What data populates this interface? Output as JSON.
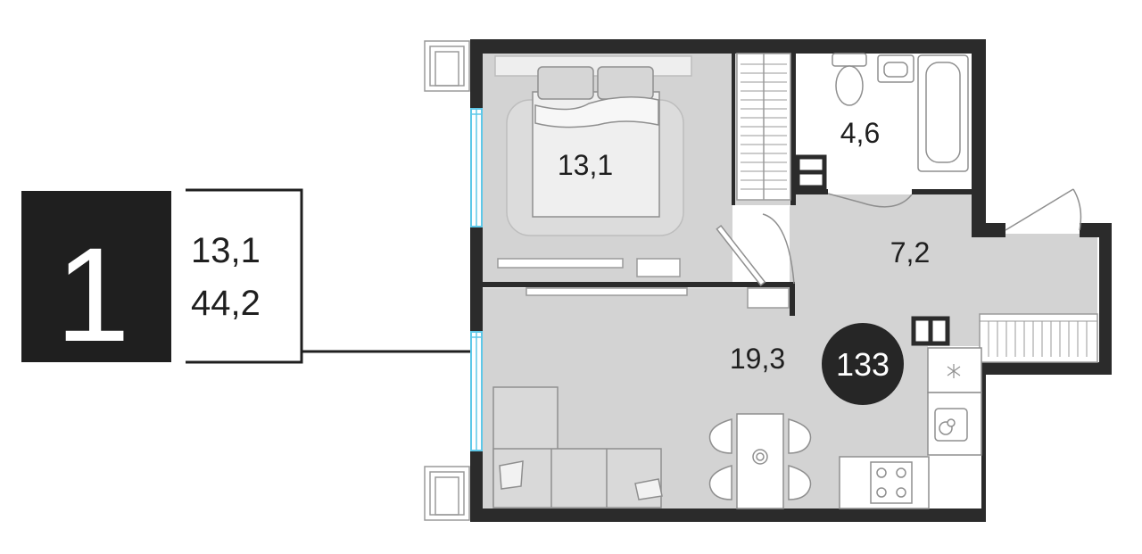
{
  "summary": {
    "rooms_count": "1",
    "living_area": "13,1",
    "total_area": "44,2"
  },
  "apartment": {
    "number": "133"
  },
  "rooms": {
    "bedroom_area": "13,1",
    "bathroom_area": "4,6",
    "hallway_area": "7,2",
    "living_kitchen_area": "19,3"
  },
  "colors": {
    "wall": "#2b2b2b",
    "floor": "#d3d3d3",
    "window": "#5ec8e8",
    "badge": "#262626",
    "furniture": "#bdbdbd"
  }
}
